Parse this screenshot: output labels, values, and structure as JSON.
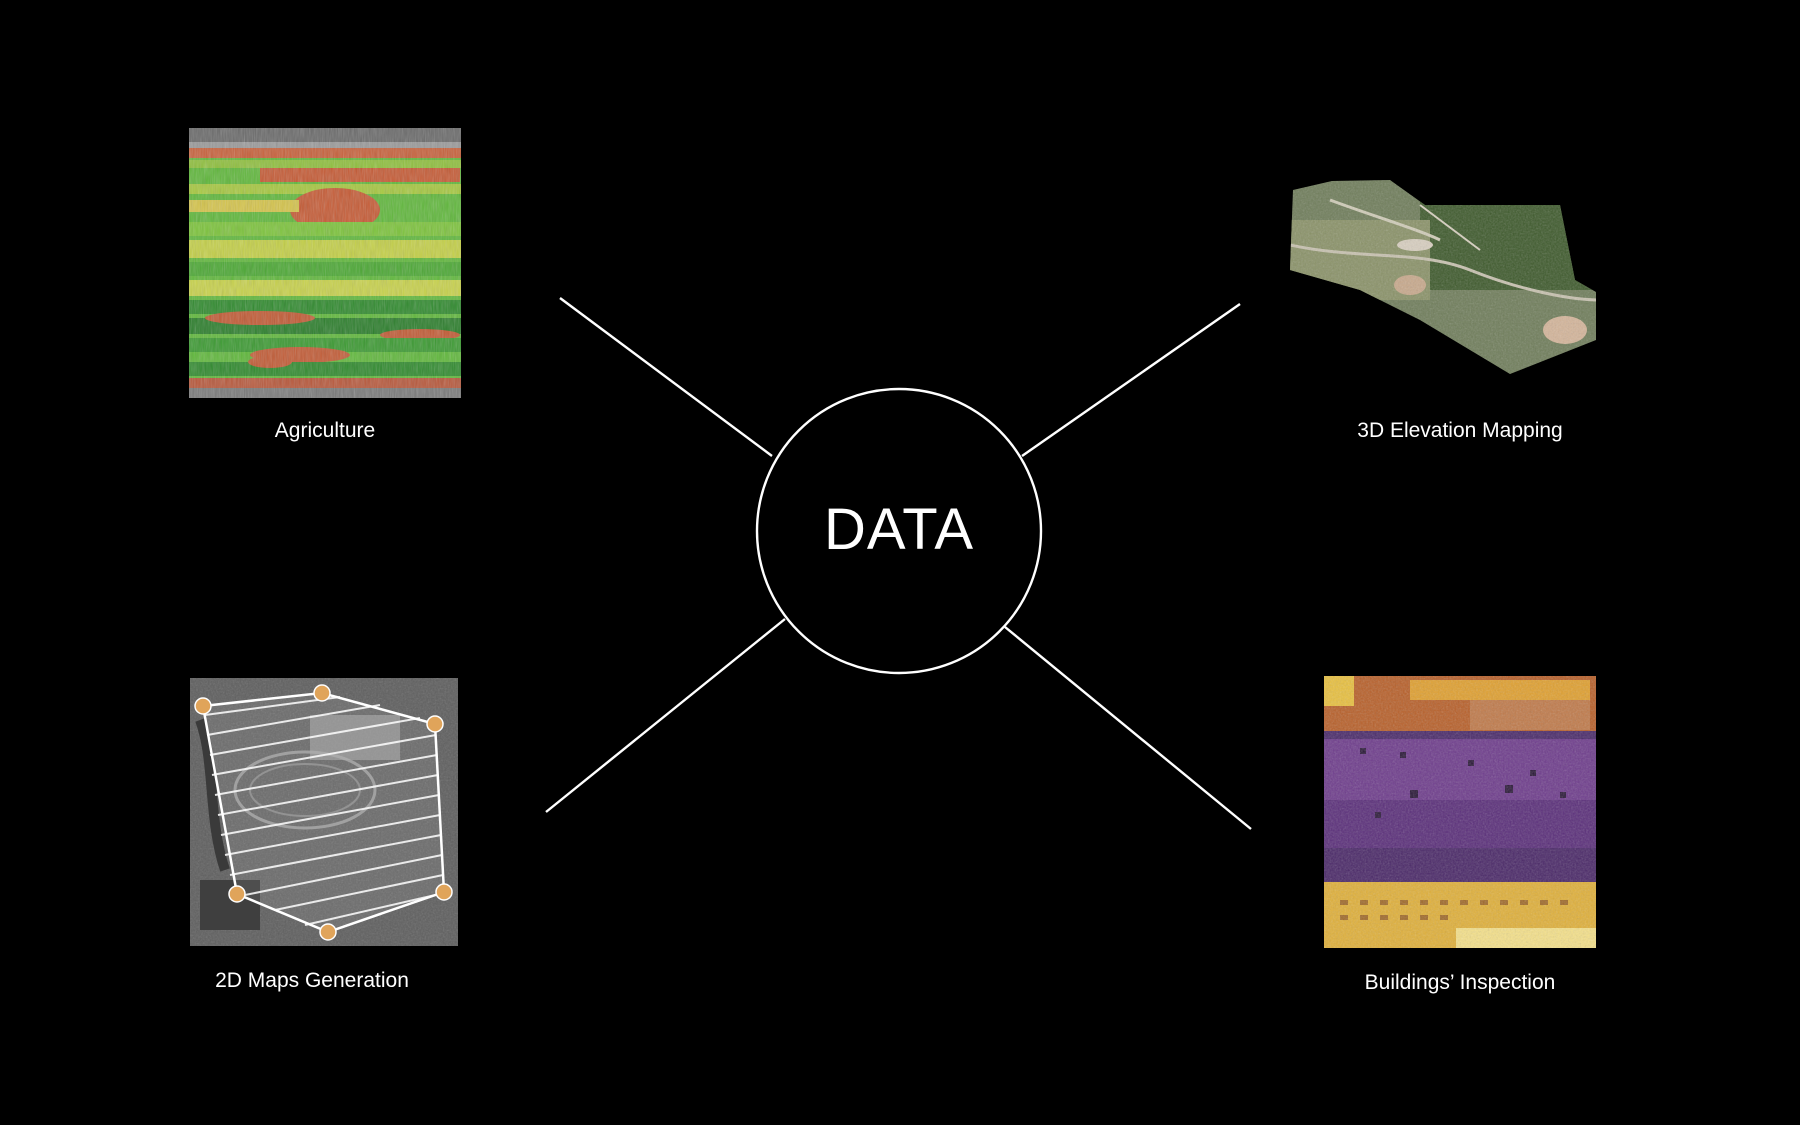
{
  "hub": {
    "label": "DATA"
  },
  "nodes": [
    {
      "id": "agriculture",
      "caption": "Agriculture",
      "thumbnail": "ndvi-crop-heatmap"
    },
    {
      "id": "elevation",
      "caption": "3D Elevation Mapping",
      "thumbnail": "aerial-terrain-mosaic"
    },
    {
      "id": "maps2d",
      "caption": "2D Maps Generation",
      "thumbnail": "flight-path-satellite-map"
    },
    {
      "id": "buildings",
      "caption": "Buildings’ Inspection",
      "thumbnail": "thermal-roof-image"
    }
  ],
  "colors": {
    "background": "#000000",
    "stroke": "#ffffff",
    "waypoint": "#e0a45a"
  }
}
